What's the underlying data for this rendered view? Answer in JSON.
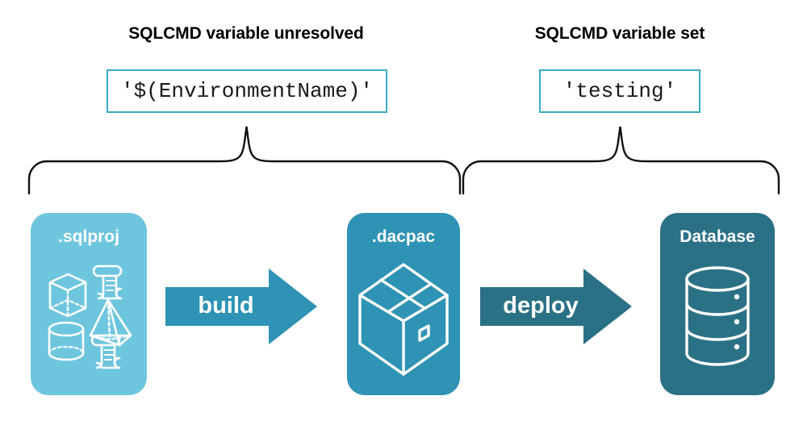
{
  "diagram": {
    "title_alt": "SQLCMD variable resolution during build and deploy",
    "colors": {
      "brace_stroke": "#111111",
      "value_box_border": "#3aabc4",
      "sqlproj_fill": "#6ec6de",
      "dacpac_fill": "#2e93b4",
      "database_fill": "#2b7186",
      "build_arrow_fill": "#2e93b4",
      "deploy_arrow_fill": "#2b7186",
      "icon_stroke": "#ffffff",
      "heading_text": "#000000",
      "value_text": "#17181a"
    },
    "groups": [
      {
        "name": "build-stage-group",
        "heading": "SQLCMD variable unresolved",
        "value": "'$(EnvironmentName)'",
        "brace_icon": "curly-brace-up-icon"
      },
      {
        "name": "deploy-stage-group",
        "heading": "SQLCMD variable set",
        "value": "'testing'",
        "brace_icon": "curly-brace-up-icon"
      }
    ],
    "nodes": [
      {
        "name": "sqlproj-node",
        "label": ".sqlproj",
        "icon": "sql-objects-icon",
        "icon_parts": [
          "wireframe-cube-icon",
          "scroll-script-icon",
          "wireframe-pyramid-icon",
          "wireframe-cylinder-icon",
          "scroll-script-icon"
        ]
      },
      {
        "name": "dacpac-node",
        "label": ".dacpac",
        "icon": "package-box-icon"
      },
      {
        "name": "database-node",
        "label": "Database",
        "icon": "database-cylinder-icon"
      }
    ],
    "arrows": [
      {
        "name": "build-arrow",
        "label": "build",
        "icon": "arrow-right-icon"
      },
      {
        "name": "deploy-arrow",
        "label": "deploy",
        "icon": "arrow-right-icon"
      }
    ]
  }
}
